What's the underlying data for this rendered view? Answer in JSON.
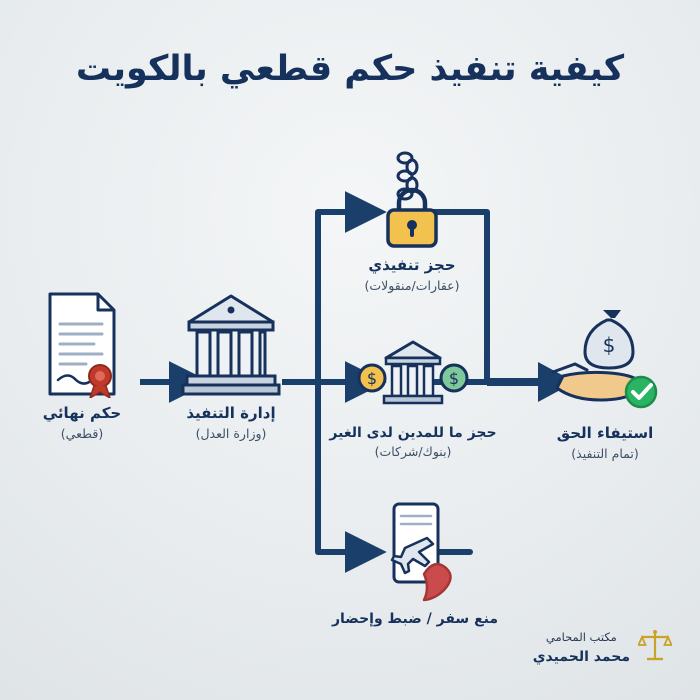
{
  "title": "كيفية تنفيذ حكم قطعي بالكويت",
  "colors": {
    "navy": "#16325c",
    "arrow": "#1b3f6b",
    "accent_gold": "#e8b04b",
    "green_check": "#28b463",
    "bg": "#eef1f3"
  },
  "nodes": [
    {
      "id": "final-judgment",
      "icon": "document-seal-icon",
      "label": "حكم نهائي",
      "sub": "(قطعي)"
    },
    {
      "id": "execution-department",
      "icon": "courthouse-icon",
      "label": "إدارة التنفيذ",
      "sub": "(وزارة العدل)"
    },
    {
      "id": "executive-seizure",
      "icon": "padlock-chain-icon",
      "label": "حجز تنفيذي",
      "sub": "(عقارات/منقولات)"
    },
    {
      "id": "third-party-seizure",
      "icon": "bank-money-icon",
      "label": "حجز ما للمدين لدى الغير",
      "sub": "(بنوك/شركات)"
    },
    {
      "id": "travel-ban",
      "icon": "travel-ban-icon",
      "label": "منع سفر / ضبط وإحضار",
      "sub": ""
    },
    {
      "id": "right-fulfilled",
      "icon": "money-bag-hand-icon",
      "label": "استيفاء الحق",
      "sub": "(تمام التنفيذ)"
    }
  ],
  "footer": {
    "line1": "مكتب المحامي",
    "line2": "محمد الحميدي",
    "icon": "scales-of-justice-icon"
  }
}
